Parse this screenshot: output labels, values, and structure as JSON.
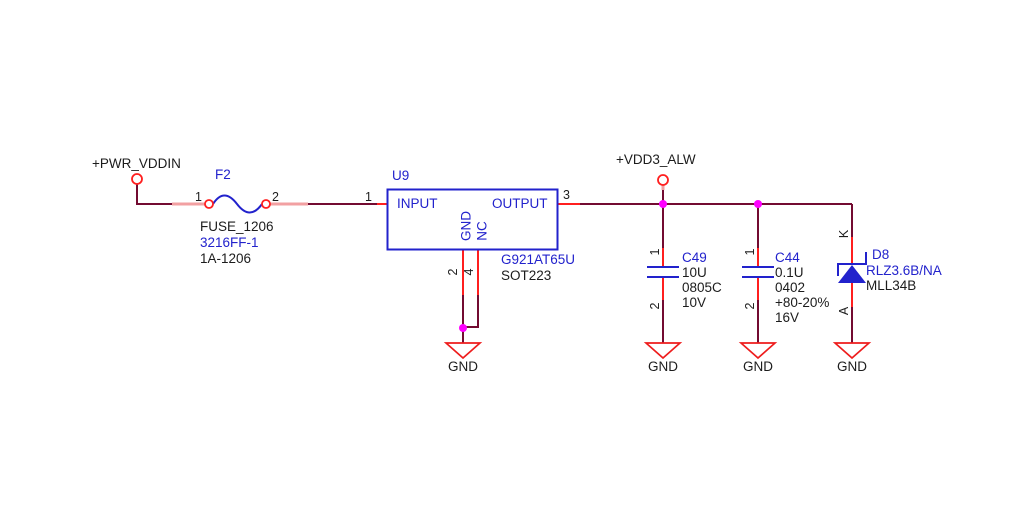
{
  "colors": {
    "background": "#ffffff",
    "wire": "#730b31",
    "pin": "#ff1f1f",
    "pin_stub_light": "#f2a0a2",
    "component_blue": "#2222cc",
    "junction": "#ff00ff",
    "text_black": "#1c1c1c",
    "gnd_symbol": "#ee1c1c"
  },
  "nets": {
    "power_in": "+PWR_VDDIN",
    "power_out": "+VDD3_ALW",
    "ground": "GND"
  },
  "fuse": {
    "refdes": "F2",
    "pin_1": "1",
    "pin_2": "2",
    "value": "FUSE_1206",
    "part_number": "3216FF-1",
    "rating": "1A-1206"
  },
  "regulator": {
    "refdes": "U9",
    "input_label": "INPUT",
    "output_label": "OUTPUT",
    "gnd_label": "GND",
    "nc_label": "NC",
    "pin_input": "1",
    "pin_gnd": "2",
    "pin_output": "3",
    "pin_nc": "4",
    "part_number": "G921AT65U",
    "package": "SOT223"
  },
  "c49": {
    "refdes": "C49",
    "value": "10U",
    "package": "0805C",
    "voltage": "10V",
    "pin_1": "1",
    "pin_2": "2"
  },
  "c44": {
    "refdes": "C44",
    "value": "0.1U",
    "package": "0402",
    "tolerance": "+80-20%",
    "voltage": "16V",
    "pin_1": "1",
    "pin_2": "2"
  },
  "d8": {
    "refdes": "D8",
    "part_number": "RLZ3.6B/NA",
    "package": "MLL34B",
    "cathode_label": "K",
    "anode_label": "A"
  }
}
